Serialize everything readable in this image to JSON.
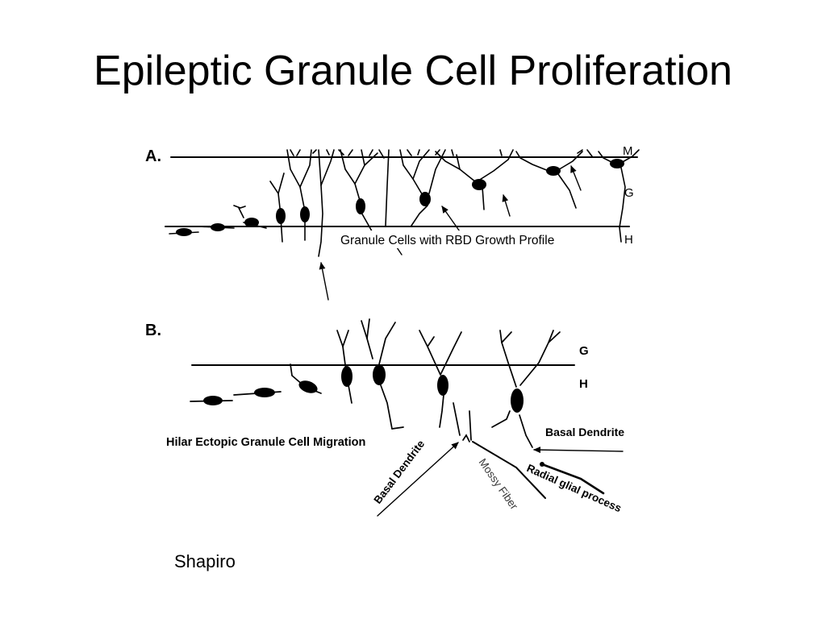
{
  "slide": {
    "title": "Epileptic Granule Cell Proliferation",
    "credit": "Shapiro"
  },
  "panel_a": {
    "label": "A.",
    "layer_m": "M",
    "layer_g": "G",
    "layer_h": "H",
    "caption": "Granule Cells with RBD Growth Profile"
  },
  "panel_b": {
    "label": "B.",
    "layer_g": "G",
    "layer_h": "H",
    "caption": "Hilar Ectopic Granule Cell Migration",
    "basal_dendrite_right": "Basal Dendrite",
    "basal_dendrite_left": "Basal Dendrite",
    "mossy_fiber": "Mossy Fiber",
    "radial_glial": "Radial glial process"
  },
  "colors": {
    "ink": "#000000",
    "gray_text": "#3a3a3a",
    "background": "#ffffff"
  }
}
